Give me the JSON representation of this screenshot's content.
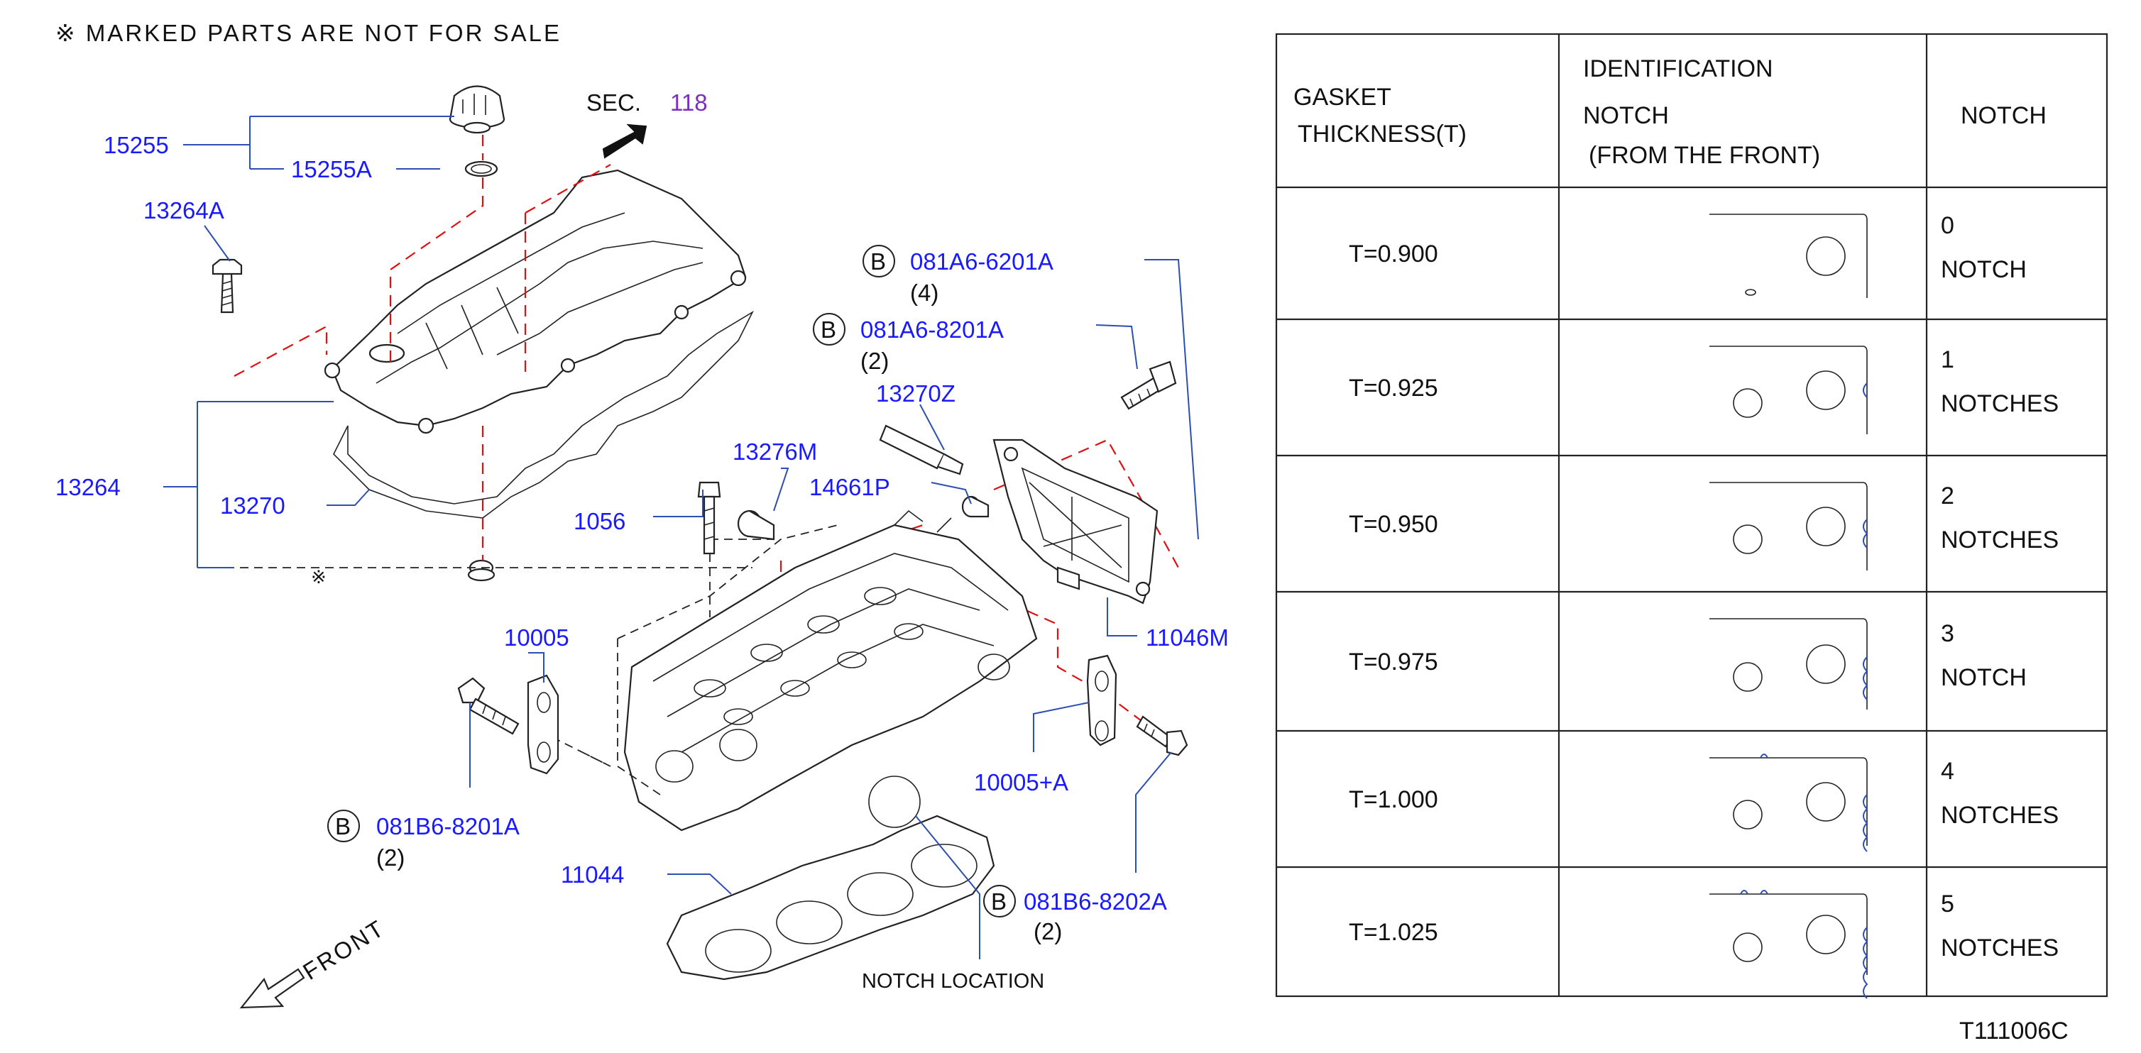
{
  "header_note": "※ MARKED PARTS ARE NOT FOR SALE",
  "section_ref": {
    "prefix": "SEC.",
    "number": "118"
  },
  "parts": {
    "p15255": "15255",
    "p15255A": "15255A",
    "p13264A": "13264A",
    "p13264": "13264",
    "p13270": "13270",
    "p1056": "1056",
    "p13276M": "13276M",
    "p14661P": "14661P",
    "p13270Z": "13270Z",
    "p081A6_6201A": "081A6-6201A",
    "p081A6_6201A_qty": "(4)",
    "p081A6_8201A": "081A6-8201A",
    "p081A6_8201A_qty": "(2)",
    "p11046M": "11046M",
    "p10005": "10005",
    "p10005A": "10005+A",
    "p081B6_8201A": "081B6-8201A",
    "p081B6_8201A_qty": "(2)",
    "p11044": "11044",
    "p081B6_8202A": "081B6-8202A",
    "p081B6_8202A_qty": "(2)",
    "b_marker": "B",
    "star_marker": "※"
  },
  "front_label": "FRONT",
  "notch_location": "NOTCH   LOCATION",
  "table": {
    "head_thickness_1": "GASKET",
    "head_thickness_2": "THICKNESS(T)",
    "head_id_1": "IDENTIFICATION",
    "head_id_2": "NOTCH",
    "head_id_3": "(FROM   THE   FRONT)",
    "head_notch": "NOTCH",
    "rows": [
      {
        "thickness": "T=0.900",
        "count": "0",
        "unit": "NOTCH",
        "notches": 0
      },
      {
        "thickness": "T=0.925",
        "count": "1",
        "unit": "NOTCHES",
        "notches": 1
      },
      {
        "thickness": "T=0.950",
        "count": "2",
        "unit": "NOTCHES",
        "notches": 2
      },
      {
        "thickness": "T=0.975",
        "count": "3",
        "unit": "NOTCH",
        "notches": 3
      },
      {
        "thickness": "T=1.000",
        "count": "4",
        "unit": "NOTCHES",
        "notches": 4
      },
      {
        "thickness": "T=1.025",
        "count": "5",
        "unit": "NOTCHES",
        "notches": 5
      }
    ]
  },
  "figure_code": "T111006C",
  "colors": {
    "label": "#1a1aff",
    "leader": "#2d4fb0",
    "phantom": "#e01010",
    "section": "#7b2fbf"
  }
}
